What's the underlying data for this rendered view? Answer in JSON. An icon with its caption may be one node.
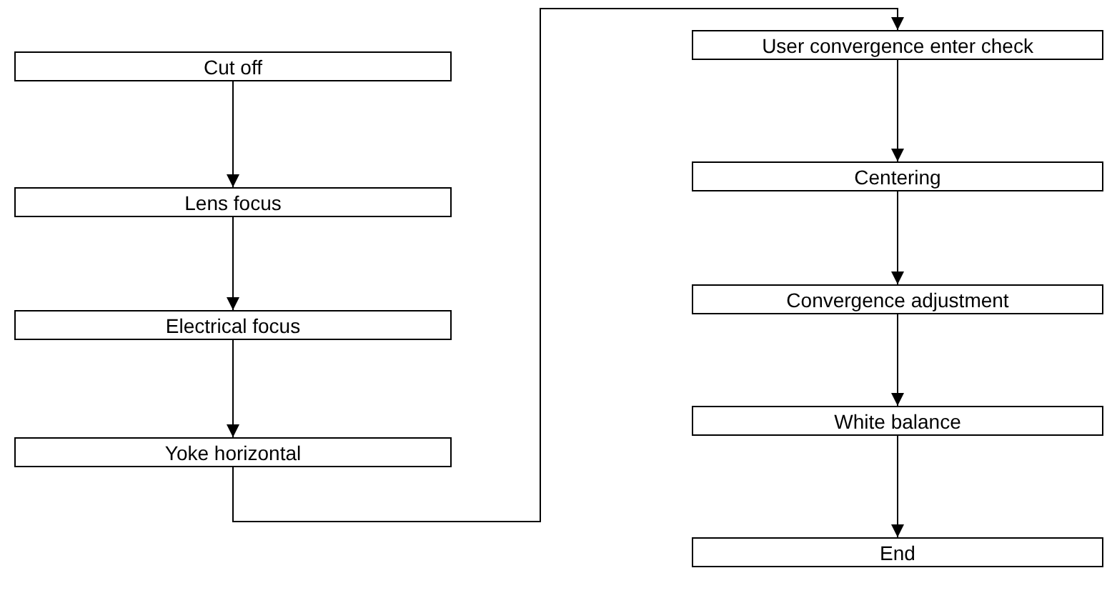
{
  "diagram": {
    "nodes": [
      {
        "text": [
          "Cut off"
        ]
      },
      {
        "text": [
          "Lens focus"
        ]
      },
      {
        "text": [
          "Electrical focus"
        ]
      },
      {
        "text": [
          "Yoke horizontal"
        ]
      },
      {
        "text": [
          "User convergence enter check"
        ]
      },
      {
        "text": [
          "Centering"
        ]
      },
      {
        "text": [
          "Convergence adjustment"
        ]
      },
      {
        "text": [
          "White balance"
        ]
      },
      {
        "text": [
          "End"
        ]
      }
    ],
    "edges": [
      {
        "from": 0,
        "to": 1,
        "arrow": "to"
      },
      {
        "from": 1,
        "to": 2,
        "arrow": "to"
      },
      {
        "from": 2,
        "to": 3,
        "arrow": "to"
      },
      {
        "from": 3,
        "to": 4,
        "arrow": "to"
      },
      {
        "from": 4,
        "to": 5,
        "arrow": "to"
      },
      {
        "from": 5,
        "to": 6,
        "arrow": "to"
      },
      {
        "from": 6,
        "to": 7,
        "arrow": "to"
      },
      {
        "from": 7,
        "to": 8,
        "arrow": "to"
      }
    ]
  }
}
